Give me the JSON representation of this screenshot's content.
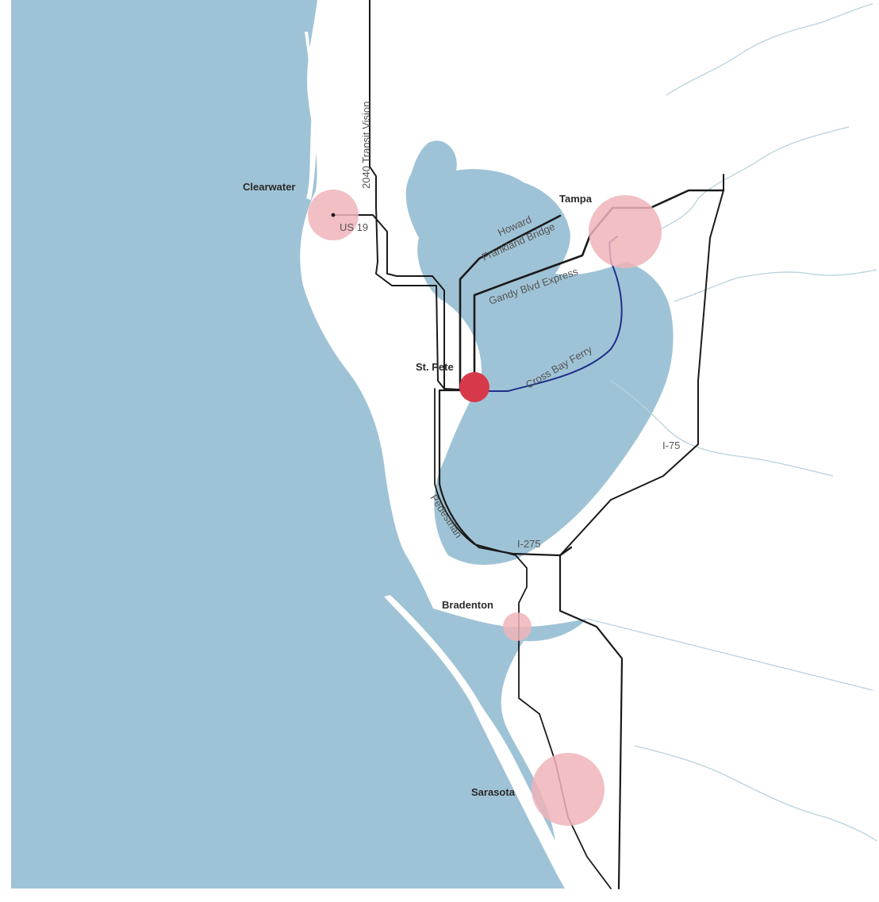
{
  "top_caption": "",
  "colors": {
    "water": "#9fc3d6",
    "land": "#ffffff",
    "route_black": "#1a1a1a",
    "route_ferry": "#1f2e8a",
    "hub_major": "#d7384a",
    "hub_minor": "#eeb4ba",
    "river": "#b9d2dc"
  },
  "cities": {
    "clearwater": "Clearwater",
    "tampa": "Tampa",
    "st_pete": "St. Pete",
    "bradenton": "Bradenton",
    "sarasota": "Sarasota"
  },
  "routes": {
    "transit_vision": "2040 Transit Vision",
    "us19": "US 19",
    "howard_frankland_1": "Howard",
    "howard_frankland_2": "Frankland Bridge",
    "gandy": "Gandy Blvd Express",
    "ferry": "Cross Bay Ferry",
    "i75": "I-75",
    "i275": "I-275",
    "pedestrian": "Pedestrian"
  }
}
